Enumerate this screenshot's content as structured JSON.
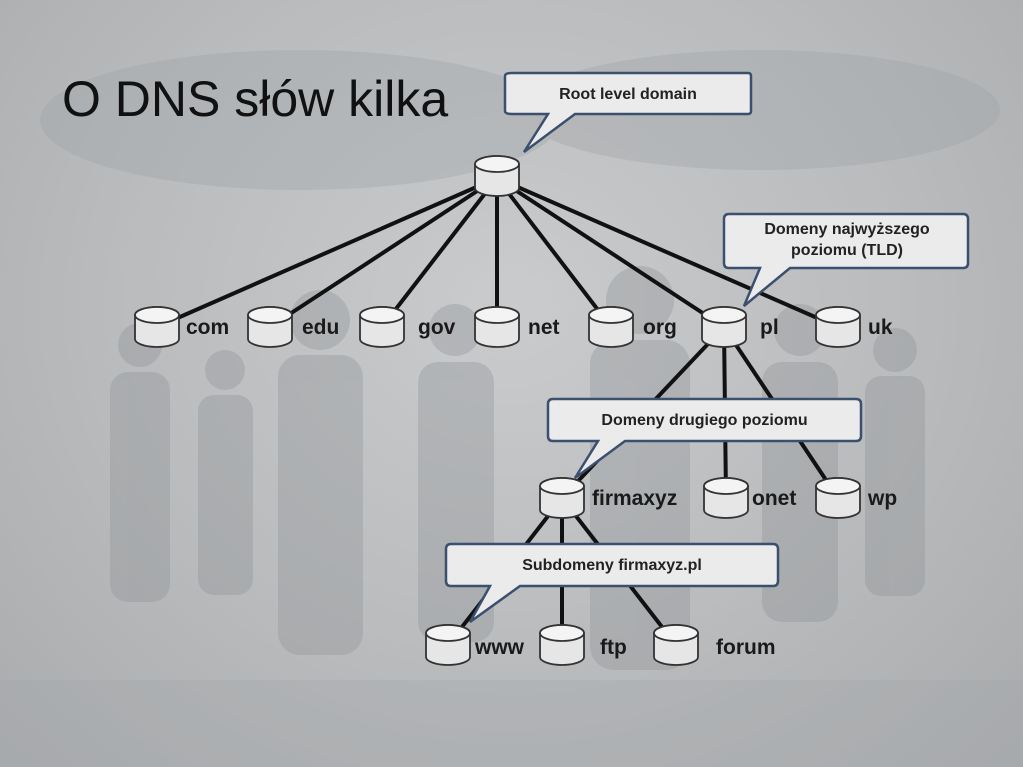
{
  "title": "O DNS słów kilka",
  "callouts": {
    "root": "Root level domain",
    "tld": "Domeny najwyższego poziomu (TLD)",
    "second": "Domeny drugiego poziomu",
    "sub": "Subdomeny firmaxyz.pl"
  },
  "nodes": {
    "root": "",
    "com": "com",
    "edu": "edu",
    "gov": "gov",
    "net": "net",
    "org": "org",
    "pl": "pl",
    "uk": "uk",
    "firmaxyz": "firmaxyz",
    "onet": "onet",
    "wp": "wp",
    "www": "www",
    "ftp": "ftp",
    "forum": "forum"
  },
  "colors": {
    "background": "#bcbec0",
    "cylinder_fill": "#e6e6e6",
    "cylinder_stroke": "#333333",
    "edge": "#111111",
    "callout_fill": "#ebebeb",
    "callout_border": "#3b4f6e"
  }
}
